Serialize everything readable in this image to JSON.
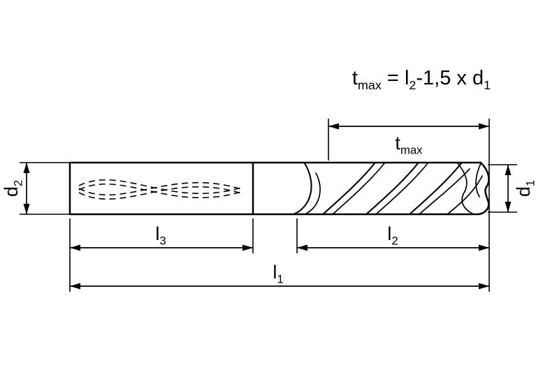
{
  "colors": {
    "line": "#000000",
    "background": "#ffffff"
  },
  "formula": {
    "t_base": "t",
    "t_sub": "max",
    "eq": " = ",
    "l_base": "l",
    "l_sub": "2",
    "mid": "-1,5 x ",
    "d_base": "d",
    "d_sub": "1"
  },
  "dimensions": {
    "tmax": {
      "base": "t",
      "sub": "max"
    },
    "d2": {
      "base": "d",
      "sub": "2"
    },
    "d1": {
      "base": "d",
      "sub": "1"
    },
    "l3": {
      "base": "l",
      "sub": "3"
    },
    "l2": {
      "base": "l",
      "sub": "2"
    },
    "l1": {
      "base": "l",
      "sub": "1"
    }
  }
}
